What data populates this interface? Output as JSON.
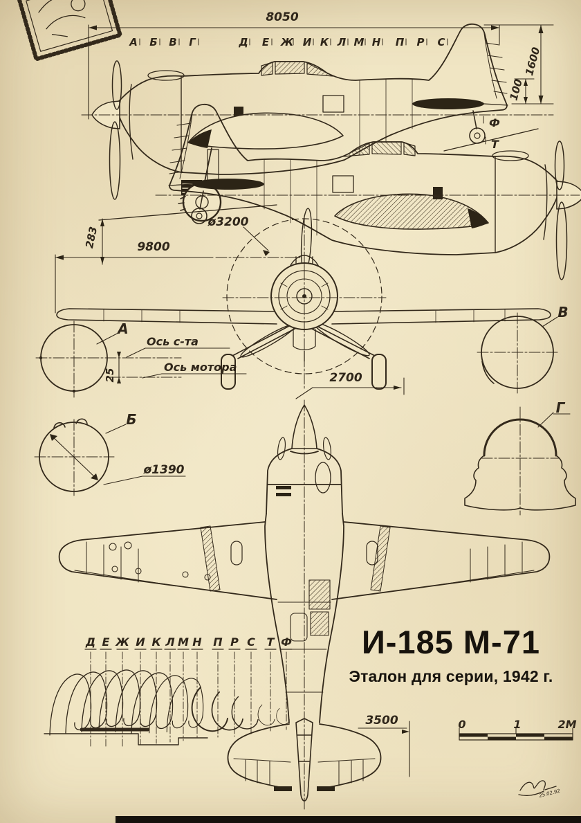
{
  "page": {
    "title": "И-185 М-71",
    "subtitle": "Эталон для серии, 1942 г.",
    "signature_date": "25.02.92"
  },
  "dimensions": {
    "fuselage_length": "8050",
    "fin_height": "1600",
    "stab_offset": "100",
    "prop_clearance": "283",
    "wingspan": "9800",
    "prop_diameter": "ø3200",
    "wheel_track": "2700",
    "axes_offset": "25",
    "fuselage_width": "ø1390",
    "stab_span": "3500"
  },
  "axis_labels": {
    "aircraft_axis": "Ось с-та",
    "engine_axis": "Ось мотора",
    "station_f": "Ф",
    "station_t": "Т"
  },
  "stations_top": [
    "А",
    "Б",
    "В",
    "Г",
    "Д",
    "Е",
    "Ж",
    "И",
    "К",
    "Л",
    "М",
    "Н",
    "П",
    "Р",
    "С"
  ],
  "stations_bottom": [
    "Д",
    "Е",
    "Ж",
    "И",
    "К",
    "Л",
    "М",
    "Н",
    "П",
    "Р",
    "С",
    "Т",
    "Ф"
  ],
  "cross_sections": {
    "a": "А",
    "b": "Б",
    "v": "В",
    "g": "Г"
  },
  "scale_bar": {
    "zero": "0",
    "one": "1",
    "two": "2М"
  },
  "colors": {
    "paper": "#f0e5c3",
    "ink": "#33291b"
  }
}
